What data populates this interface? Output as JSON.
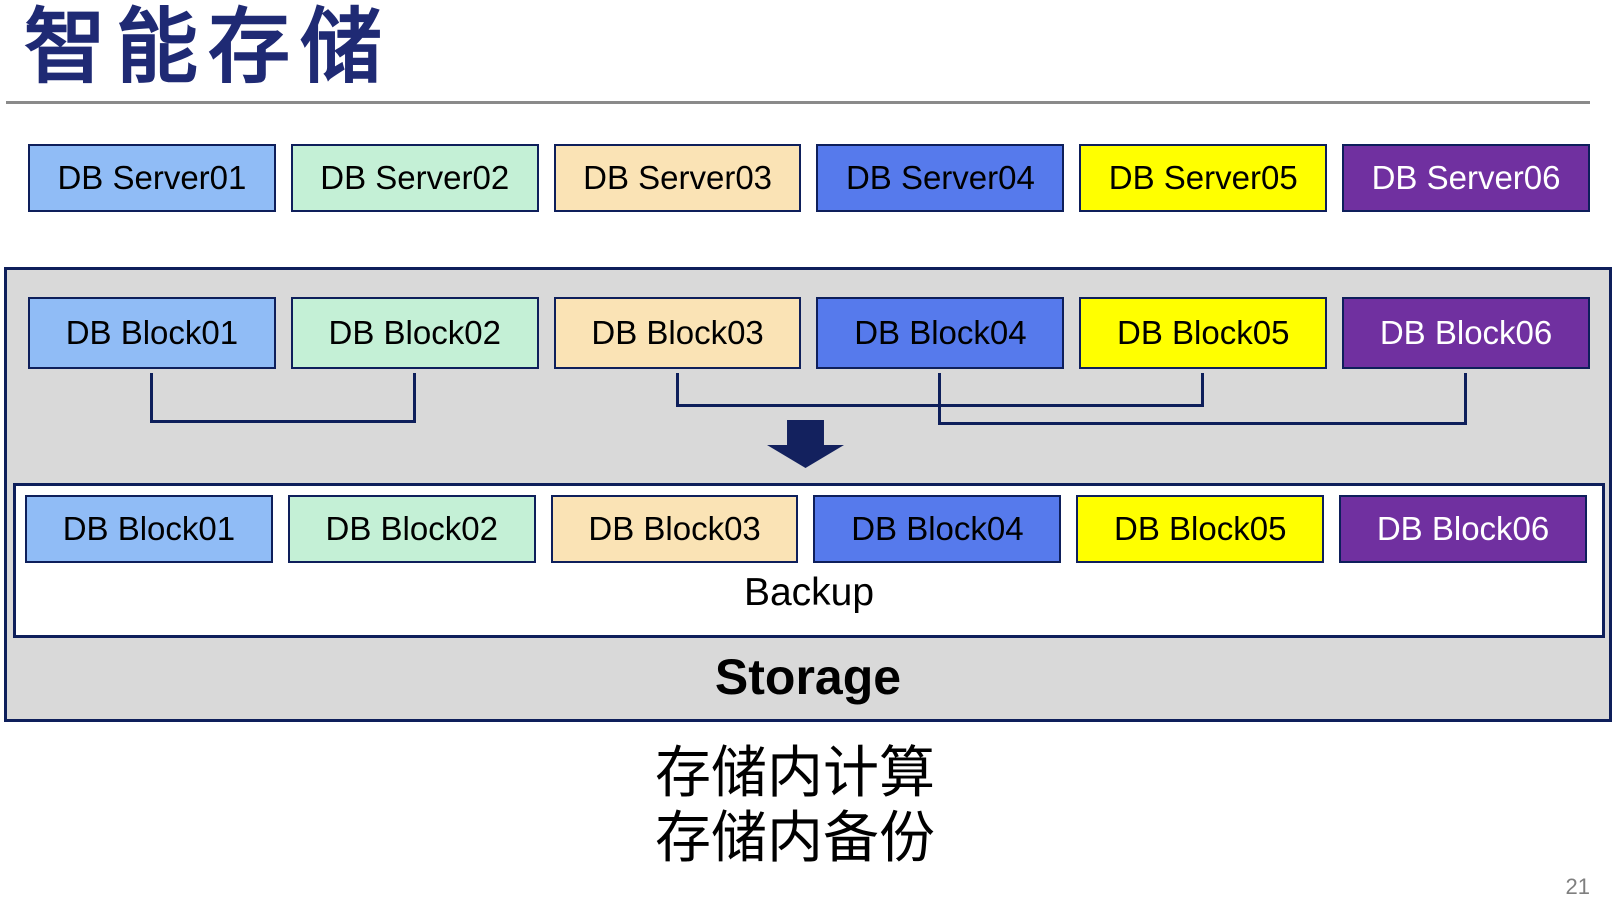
{
  "title": "智能存储",
  "page_number": "21",
  "caption": {
    "line1": "存储内计算",
    "line2": "存储内备份"
  },
  "server_row": {
    "items": [
      {
        "label": "DB Server01",
        "color": "#90BCF6"
      },
      {
        "label": "DB Server02",
        "color": "#C4F0D6"
      },
      {
        "label": "DB Server03",
        "color": "#FAE3B5"
      },
      {
        "label": "DB Server04",
        "color": "#567AEC"
      },
      {
        "label": "DB Server05",
        "color": "#FFFF00"
      },
      {
        "label": "DB Server06",
        "color": "#7030A0"
      }
    ]
  },
  "storage_box": {
    "label": "Storage",
    "fill": "#D9D9D9",
    "top_blocks": [
      {
        "label": "DB Block01",
        "color": "#90BCF6"
      },
      {
        "label": "DB Block02",
        "color": "#C4F0D6"
      },
      {
        "label": "DB Block03",
        "color": "#FAE3B5"
      },
      {
        "label": "DB Block04",
        "color": "#567AEC"
      },
      {
        "label": "DB Block05",
        "color": "#FFFF00"
      },
      {
        "label": "DB Block06",
        "color": "#7030A0"
      }
    ],
    "connectors": [
      {
        "from": "DB Block01",
        "to": "DB Block02"
      },
      {
        "from": "DB Block03",
        "to": "DB Block05"
      },
      {
        "from": "DB Block04",
        "to": "DB Block06"
      }
    ],
    "backup_area": {
      "label": "Backup",
      "blocks": [
        {
          "label": "DB Block01",
          "color": "#90BCF6"
        },
        {
          "label": "DB Block02",
          "color": "#C4F0D6"
        },
        {
          "label": "DB Block03",
          "color": "#FAE3B5"
        },
        {
          "label": "DB Block04",
          "color": "#567AEC"
        },
        {
          "label": "DB Block05",
          "color": "#FFFF00"
        },
        {
          "label": "DB Block06",
          "color": "#7030A0"
        }
      ]
    }
  },
  "colors": {
    "title": "#1F2A74",
    "box_border": "#0E1F5B",
    "arrow": "#13215E",
    "container_fill": "#D9D9D9",
    "rule": "#8A8A8A",
    "page_number": "#7F7F7F"
  }
}
